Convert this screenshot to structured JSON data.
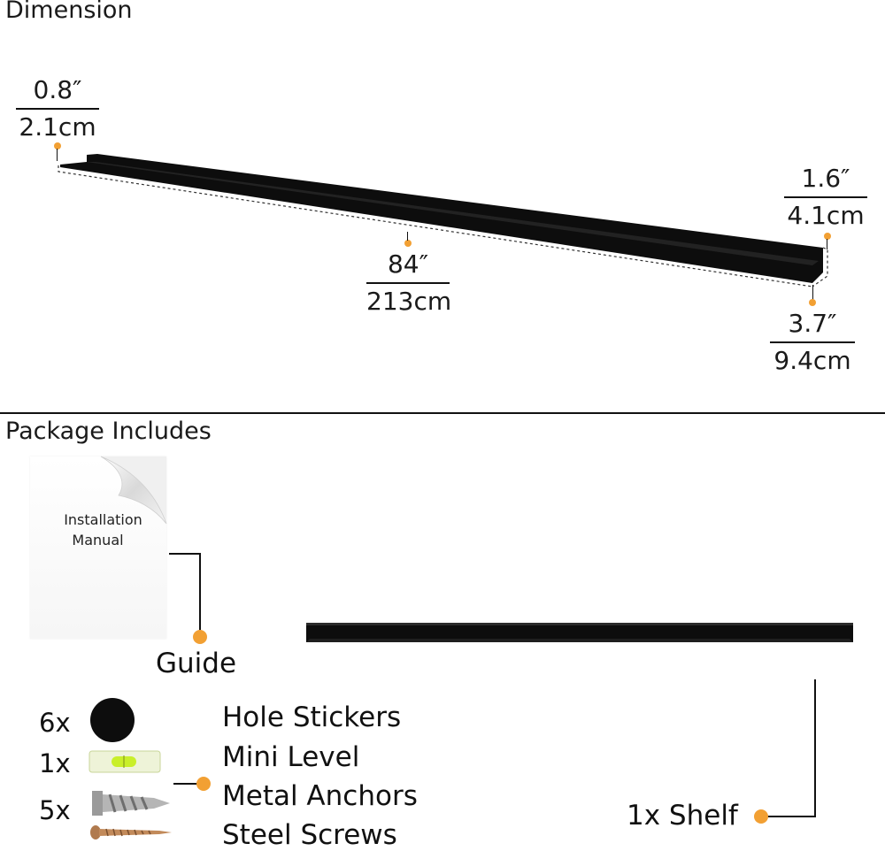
{
  "sections": {
    "dimension_title": "Dimension",
    "package_title": "Package Includes"
  },
  "dimensions": {
    "thickness": {
      "imperial": "0.8″",
      "metric": "2.1cm"
    },
    "length": {
      "imperial": "84″",
      "metric": "213cm"
    },
    "height": {
      "imperial": "1.6″",
      "metric": "4.1cm"
    },
    "depth": {
      "imperial": "3.7″",
      "metric": "9.4cm"
    }
  },
  "package": {
    "guide": {
      "manual_line1": "Installation",
      "manual_line2": "Manual",
      "label": "Guide"
    },
    "shelf": {
      "label": "1x Shelf"
    },
    "hardware": [
      {
        "qty": "6x",
        "name": "Hole Stickers",
        "icon": "hole-sticker-icon"
      },
      {
        "qty": "1x",
        "name": "Mini Level",
        "icon": "bubble-level-icon"
      },
      {
        "qty": "5x",
        "name": "Metal Anchors",
        "icon": "metal-anchor-icon"
      },
      {
        "qty": "",
        "name": "Steel Screws",
        "icon": "screw-icon"
      }
    ]
  },
  "colors": {
    "accent": "#f2a033",
    "shelf": "#0d0d0d"
  }
}
